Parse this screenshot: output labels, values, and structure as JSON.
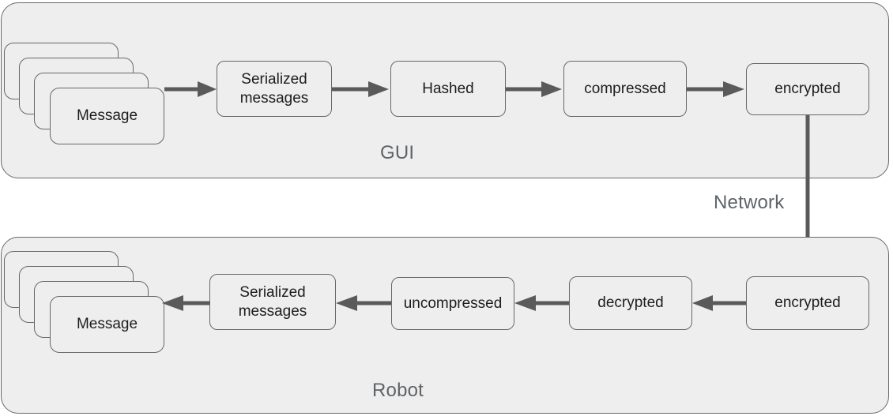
{
  "diagram": {
    "title_text_present": false,
    "colors": {
      "zone_fill": "#eeeeee",
      "zone_stroke": "#67686b",
      "node_fill": "#eeeeee",
      "node_stroke": "#67686b",
      "arrow": "#5a5a5a",
      "label_text": "#5f6468",
      "node_text": "#1d1d1d",
      "page_background": "#ffffff"
    },
    "zones": [
      {
        "id": "gui",
        "label": "GUI"
      },
      {
        "id": "robot",
        "label": "Robot"
      }
    ],
    "between_zones_label": "Network",
    "gui_flow": {
      "stack_label": "Message",
      "stack_count": 4,
      "nodes": [
        {
          "id": "gui-serialized",
          "label": "Serialized\nmessages",
          "line1": "Serialized",
          "line2": "messages"
        },
        {
          "id": "gui-hashed",
          "label": "Hashed"
        },
        {
          "id": "gui-compressed",
          "label": "compressed"
        },
        {
          "id": "gui-encrypted",
          "label": "encrypted"
        }
      ]
    },
    "robot_flow": {
      "stack_label": "Message",
      "stack_count": 4,
      "nodes": [
        {
          "id": "robot-serialized",
          "label": "Serialized\nmessages",
          "line1": "Serialized",
          "line2": "messages"
        },
        {
          "id": "robot-uncompressed",
          "label": "uncompressed"
        },
        {
          "id": "robot-decrypted",
          "label": "decrypted"
        },
        {
          "id": "robot-encrypted",
          "label": "encrypted"
        }
      ]
    }
  }
}
